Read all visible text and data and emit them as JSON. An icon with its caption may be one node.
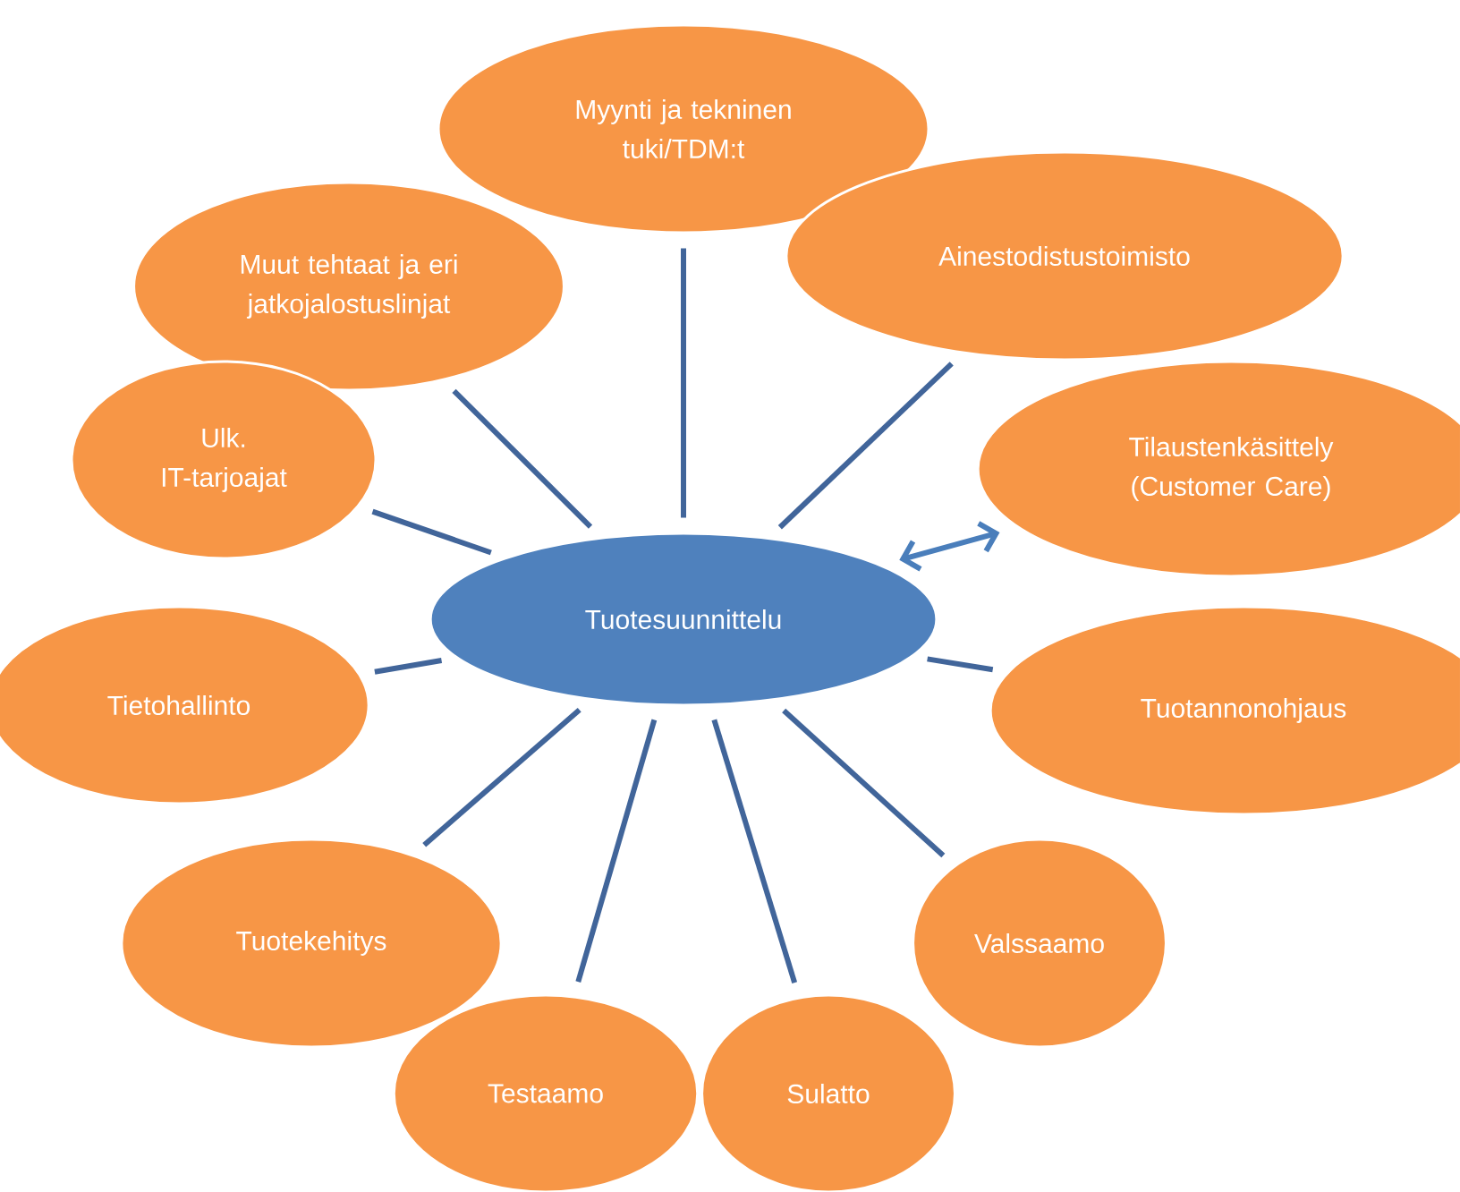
{
  "diagram": {
    "nodes": [
      {
        "text": [
          "Myynti ja tekninen tuki/TDM:t"
        ]
      },
      {
        "text": [
          "Muut tehtaat ja eri jatkojalostuslinjat"
        ]
      },
      {
        "text": [
          "Ainestodistustoimisto"
        ]
      },
      {
        "text": [
          "Ulk. IT-tarjoajat"
        ]
      },
      {
        "text": [
          "Tilaustenkäsittely (Customer Care)"
        ]
      },
      {
        "text": [
          "Tuotesuunnittelu"
        ]
      },
      {
        "text": [
          "Tietohallinto"
        ]
      },
      {
        "text": [
          "Tuotannonohjaus"
        ]
      },
      {
        "text": [
          "Tuotekehitys"
        ]
      },
      {
        "text": [
          "Valssaamo"
        ]
      },
      {
        "text": [
          "Testaamo"
        ]
      },
      {
        "text": [
          "Sulatto"
        ]
      }
    ],
    "edges": [
      {
        "from": 5,
        "to": 0,
        "arrow": "none"
      },
      {
        "from": 5,
        "to": 1,
        "arrow": "none"
      },
      {
        "from": 5,
        "to": 2,
        "arrow": "none"
      },
      {
        "from": 5,
        "to": 3,
        "arrow": "none"
      },
      {
        "from": 5,
        "to": 4,
        "arrow": "both",
        "color": "#4a7ebb"
      },
      {
        "from": 5,
        "to": 6,
        "arrow": "none"
      },
      {
        "from": 5,
        "to": 7,
        "arrow": "none"
      },
      {
        "from": 5,
        "to": 8,
        "arrow": "none"
      },
      {
        "from": 5,
        "to": 9,
        "arrow": "none"
      },
      {
        "from": 5,
        "to": 10,
        "arrow": "none"
      },
      {
        "from": 5,
        "to": 11,
        "arrow": "none"
      }
    ]
  }
}
